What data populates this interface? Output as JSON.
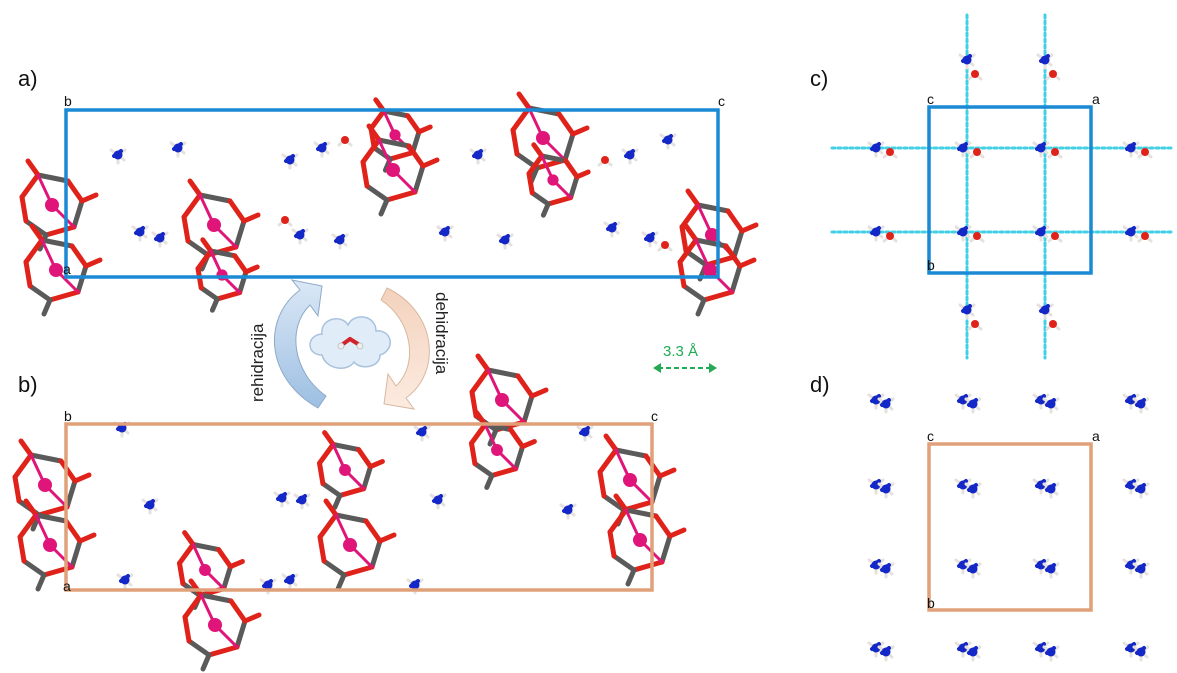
{
  "panels": {
    "a": {
      "label": "a)",
      "axis_top_left": "b",
      "axis_top_right": "c",
      "axis_bottom_left": "a"
    },
    "b": {
      "label": "b)",
      "axis_top_left": "b",
      "axis_top_right": "c",
      "axis_bottom_left": "a"
    },
    "c": {
      "label": "c)",
      "axis_top_left": "c",
      "axis_top_right": "a",
      "axis_bottom_left": "b"
    },
    "d": {
      "label": "d)",
      "axis_top_left": "c",
      "axis_top_right": "a",
      "axis_bottom_left": "b"
    }
  },
  "transitions": {
    "rehydration": "rehidracija",
    "dehydration": "dehidracija"
  },
  "scale_bar": {
    "label": "3.3 Å"
  },
  "colors": {
    "cell_hydrated": "#1a8ad4",
    "cell_dehydrated": "#e0a07a",
    "oxygen": "#e0231a",
    "carbon": "#5a5a5a",
    "metal": "#e0157a",
    "nitrogen": "#1428c8",
    "hydrogen": "#e6e1dc",
    "hbond": "#44d0e4",
    "scale_bar": "#22aa55",
    "arrow_rehydration": "#b8d0ea",
    "arrow_dehydration": "#f6d8c2"
  }
}
